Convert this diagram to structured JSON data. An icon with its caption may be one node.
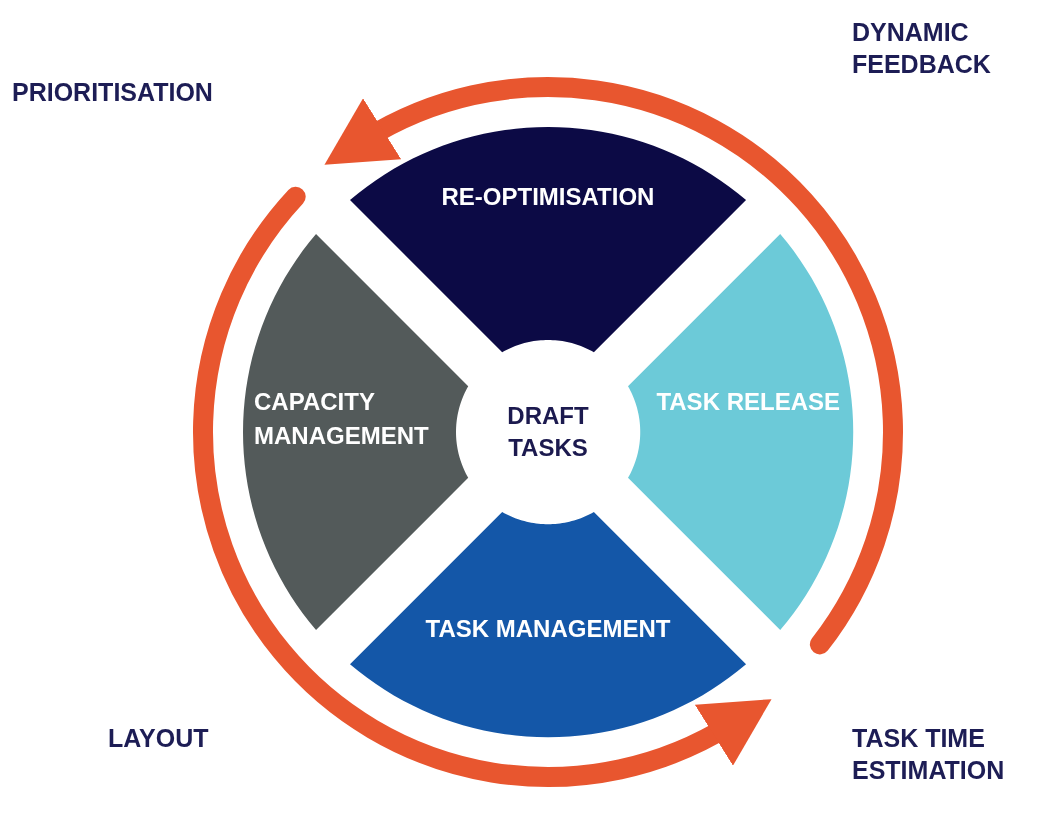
{
  "diagram": {
    "nodes": [
      {
        "text": [
          "RE-OPTIMISATION"
        ]
      },
      {
        "text": [
          "TASK RELEASE"
        ]
      },
      {
        "text": [
          "TASK MANAGEMENT"
        ]
      },
      {
        "text": [
          "CAPACITY MANAGEMENT"
        ]
      },
      {
        "text": [
          "DRAFT TASKS"
        ]
      }
    ],
    "labels": [
      "PRIORITISATION",
      "DYNAMIC FEEDBACK",
      "LAYOUT",
      "TASK TIME ESTIMATION"
    ]
  }
}
